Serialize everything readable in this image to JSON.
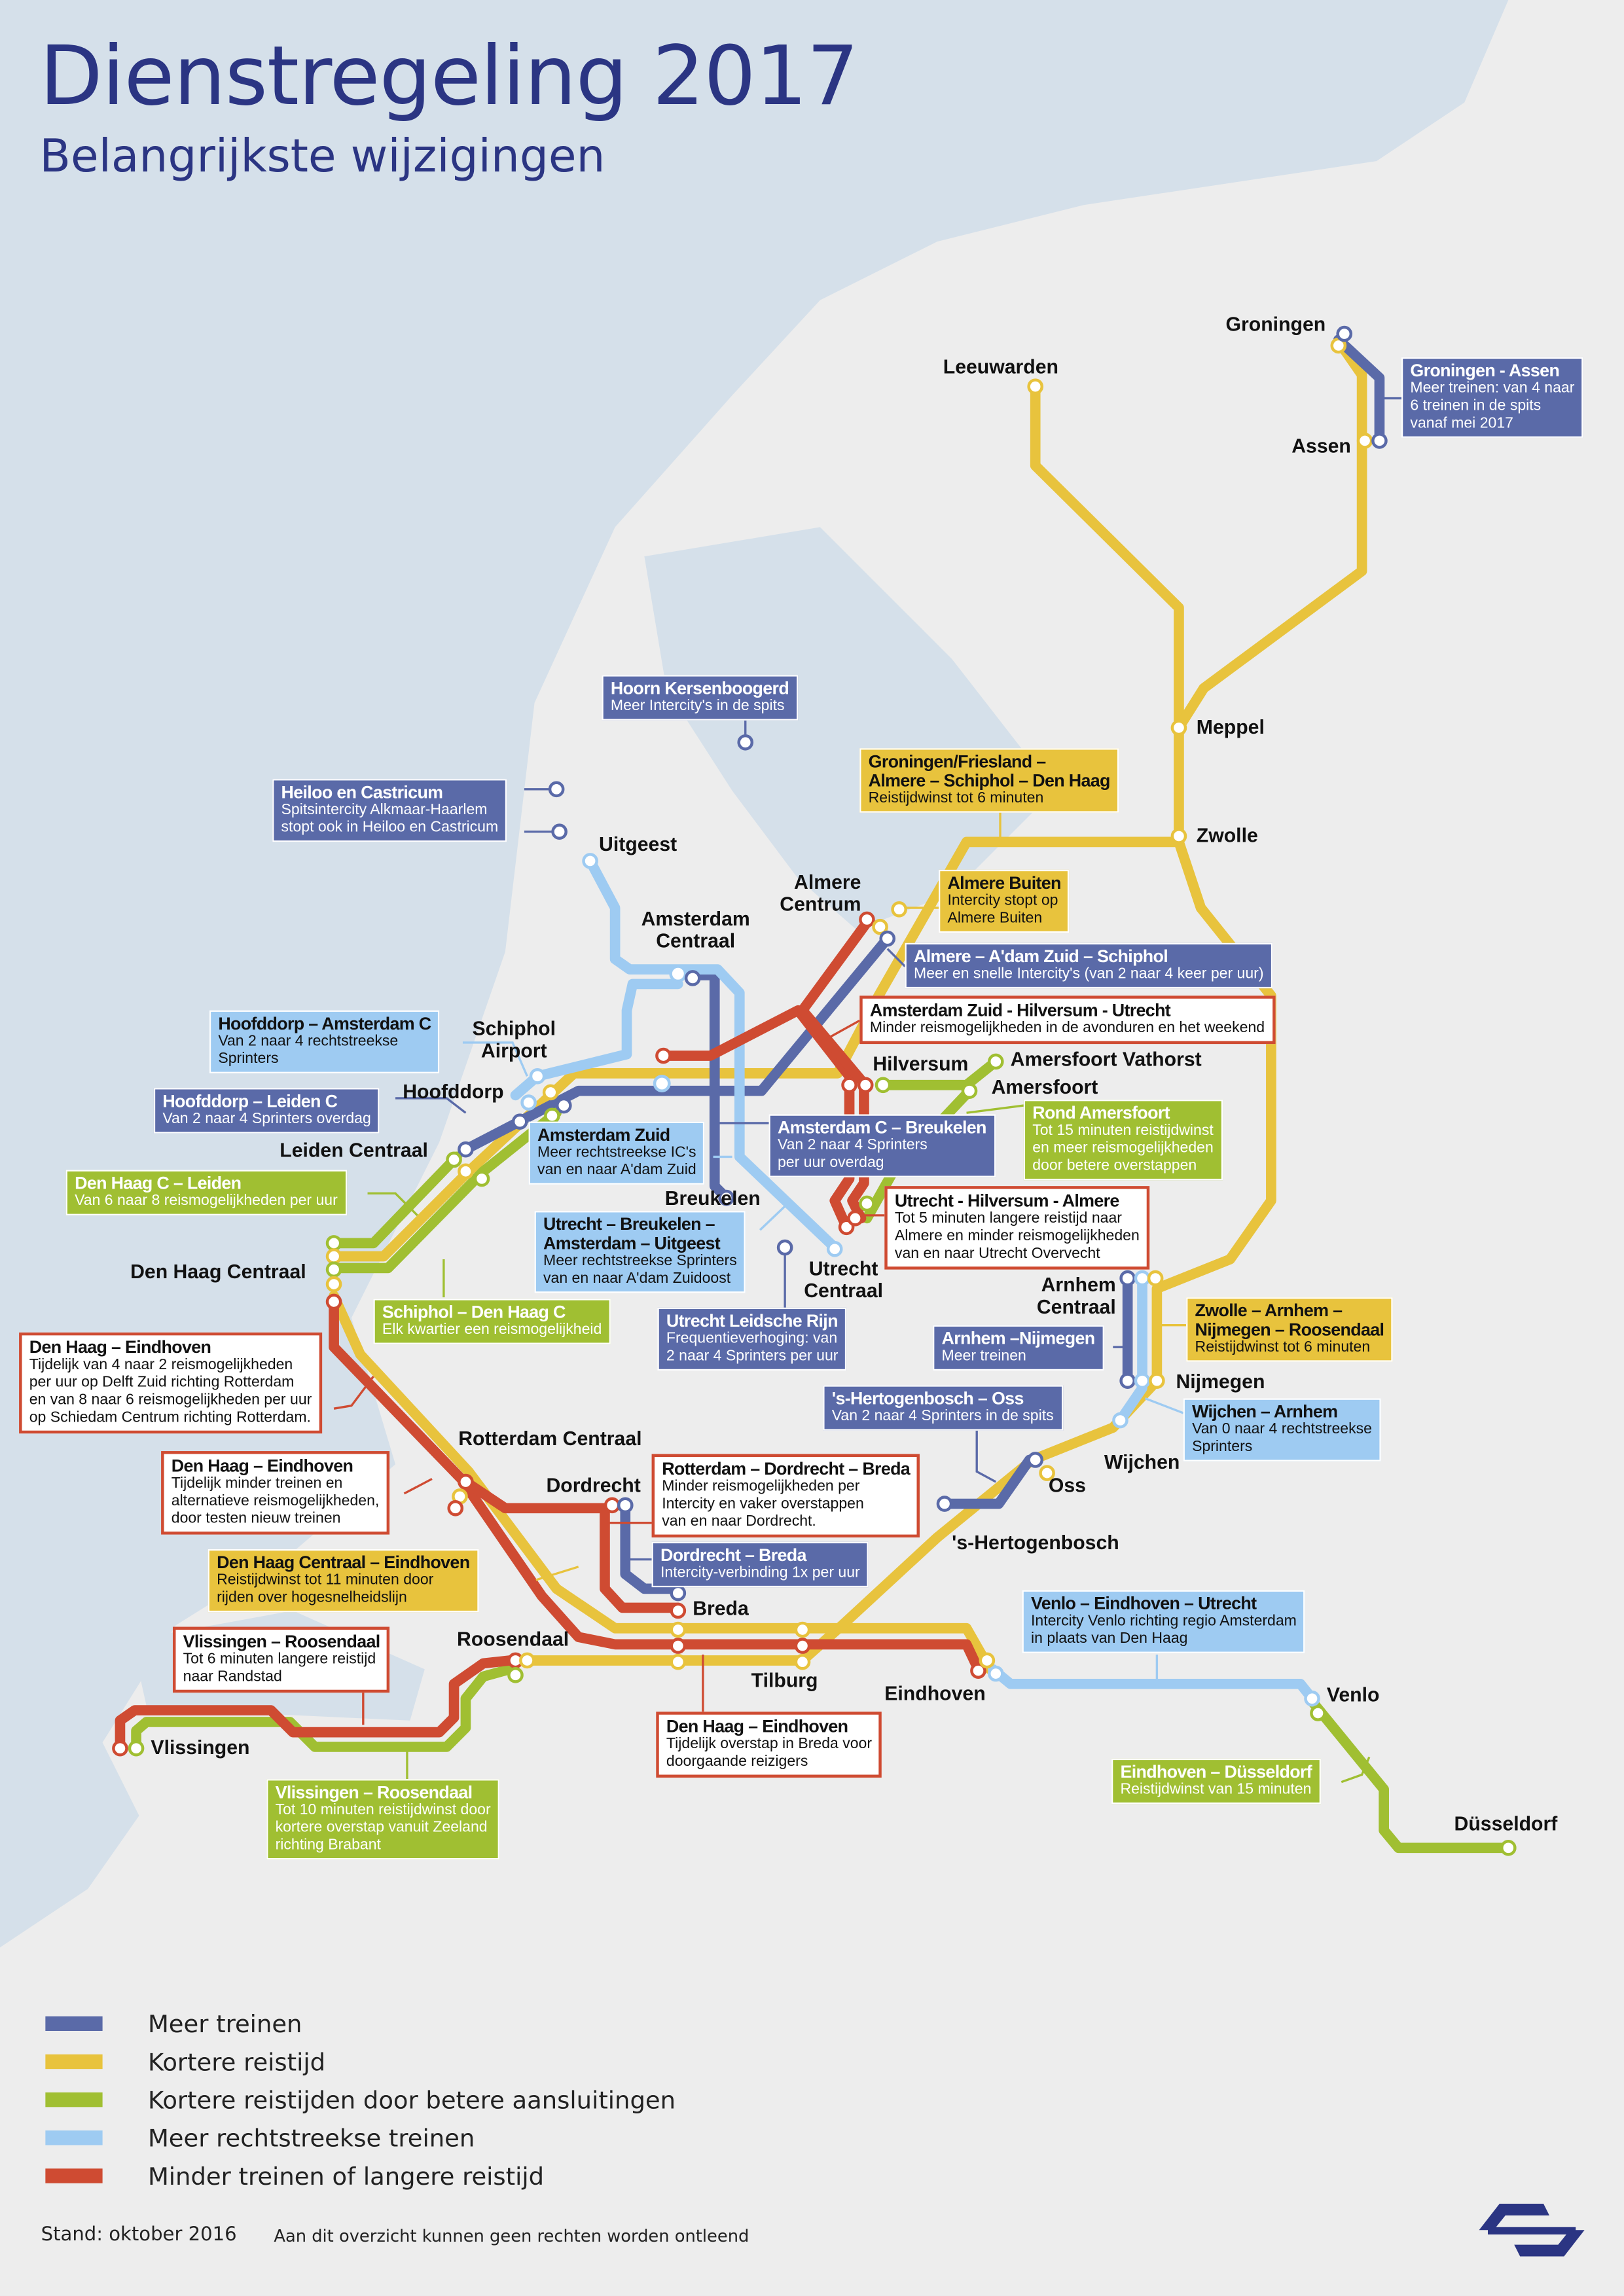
{
  "header": {
    "title": "Dienstregeling 2017",
    "subtitle": "Belangrijkste wijzigingen"
  },
  "colors": {
    "meer_treinen": "#5a6aa8",
    "kortere_reistijd": "#e8c33d",
    "betere_aansluitingen": "#a0bf32",
    "rechtstreekse": "#9ecbf2",
    "minder": "#cf4b32",
    "brand": "#2b3583"
  },
  "stations": [
    "Groningen",
    "Assen",
    "Leeuwarden",
    "Meppel",
    "Zwolle",
    "Uitgeest",
    "Almere\nCentrum",
    "Amsterdam\nCentraal",
    "Schiphol\nAirport",
    "Hoofddorp",
    "Leiden Centraal",
    "Den Haag Centraal",
    "Hilversum",
    "Amersfoort Vathorst",
    "Amersfoort",
    "Breukelen",
    "Utrecht\nCentraal",
    "Arnhem\nCentraal",
    "Nijmegen",
    "Wijchen",
    "Oss",
    "'s-Hertogenbosch",
    "Rotterdam Centraal",
    "Dordrecht",
    "Breda",
    "Tilburg",
    "Eindhoven",
    "Roosendaal",
    "Vlissingen",
    "Venlo",
    "Düsseldorf"
  ],
  "callouts": [
    {
      "title": "Groningen - Assen",
      "text": "Meer treinen: van 4 naar\n6 treinen in de spits\nvanaf mei 2017"
    },
    {
      "title": "Hoorn Kersenboogerd",
      "text": "Meer Intercity's in de spits"
    },
    {
      "title": "Heiloo en Castricum",
      "text": "Spitsintercity Alkmaar-Haarlem\nstopt ook in Heiloo en Castricum"
    },
    {
      "title": "Groningen/Friesland –\nAlmere – Schiphol – Den Haag",
      "text": "Reistijdwinst tot 6 minuten"
    },
    {
      "title": "Almere Buiten",
      "text": "Intercity stopt op\nAlmere Buiten"
    },
    {
      "title": "Almere – A'dam Zuid – Schiphol",
      "text": "Meer en snelle Intercity's (van 2 naar 4 keer per uur)"
    },
    {
      "title": "Amsterdam Zuid - Hilversum - Utrecht",
      "text": "Minder reismogelijkheden in de avonduren en het weekend"
    },
    {
      "title": "Hoofddorp – Amsterdam C",
      "text": "Van 2 naar 4 rechtstreekse\nSprinters"
    },
    {
      "title": "Hoofddorp – Leiden C",
      "text": "Van 2 naar 4 Sprinters overdag"
    },
    {
      "title": "Amsterdam Zuid",
      "text": "Meer rechtstreekse IC's\nvan en naar A'dam Zuid"
    },
    {
      "title": "Amsterdam C – Breukelen",
      "text": "Van 2 naar 4 Sprinters\nper uur overdag"
    },
    {
      "title": "Rond Amersfoort",
      "text": "Tot 15 minuten reistijdwinst\nen meer reismogelijkheden\ndoor betere overstappen"
    },
    {
      "title": "Den Haag C – Leiden",
      "text": "Van 6 naar 8 reismogelijkheden per uur"
    },
    {
      "title": "Utrecht – Breukelen –\nAmsterdam – Uitgeest",
      "text": "Meer rechtstreekse Sprinters\nvan en naar A'dam Zuidoost"
    },
    {
      "title": "Utrecht - Hilversum - Almere",
      "text": "Tot 5 minuten langere reistijd naar\nAlmere en minder reismogelijkheden\nvan en naar Utrecht Overvecht"
    },
    {
      "title": "Schiphol – Den Haag C",
      "text": "Elk kwartier een reismogelijkheid"
    },
    {
      "title": "Utrecht Leidsche Rijn",
      "text": "Frequentieverhoging: van\n2 naar 4 Sprinters per uur"
    },
    {
      "title": "Zwolle – Arnhem –\nNijmegen – Roosendaal",
      "text": "Reistijdwinst tot 6 minuten"
    },
    {
      "title": "Arnhem –Nijmegen",
      "text": "Meer treinen"
    },
    {
      "title": "Den Haag – Eindhoven",
      "text": "Tijdelijk van 4 naar 2 reismogelijkheden\nper uur op Delft Zuid richting Rotterdam\nen van 8 naar 6 reismogelijkheden per uur\nop Schiedam Centrum richting Rotterdam."
    },
    {
      "title": "'s-Hertogenbosch – Oss",
      "text": "Van 2 naar 4 Sprinters in de spits"
    },
    {
      "title": "Wijchen – Arnhem",
      "text": "Van 0 naar 4 rechtstreekse\nSprinters"
    },
    {
      "title": "Den Haag – Eindhoven",
      "text": "Tijdelijk minder treinen en\nalternatieve reismogelijkheden,\ndoor testen nieuw treinen"
    },
    {
      "title": "Rotterdam – Dordrecht – Breda",
      "text": "Minder reismogelijkheden per\nIntercity en vaker overstappen\nvan en naar Dordrecht."
    },
    {
      "title": "Dordrecht – Breda",
      "text": "Intercity-verbinding 1x per uur"
    },
    {
      "title": "Den Haag Centraal – Eindhoven",
      "text": "Reistijdwinst tot 11 minuten door\nrijden over hogesnelheidslijn"
    },
    {
      "title": "Venlo – Eindhoven – Utrecht",
      "text": "Intercity Venlo richting regio Amsterdam\nin plaats van Den Haag"
    },
    {
      "title": "Vlissingen – Roosendaal",
      "text": "Tot 6 minuten langere reistijd\nnaar Randstad"
    },
    {
      "title": "Den Haag – Eindhoven",
      "text": "Tijdelijk overstap in Breda voor\ndoorgaande reizigers"
    },
    {
      "title": "Eindhoven – Düsseldorf",
      "text": "Reistijdwinst van 15 minuten"
    },
    {
      "title": "Vlissingen – Roosendaal",
      "text": "Tot 10 minuten reistijdwinst door\nkortere overstap vanuit Zeeland\nrichting Brabant"
    }
  ],
  "legend": [
    {
      "label": "Meer treinen",
      "color": "#5a6aa8"
    },
    {
      "label": "Kortere reistijd",
      "color": "#e8c33d"
    },
    {
      "label": "Kortere reistijden door betere aansluitingen",
      "color": "#a0bf32"
    },
    {
      "label": "Meer rechtstreekse treinen",
      "color": "#9ecbf2"
    },
    {
      "label": "Minder treinen of langere reistijd",
      "color": "#cf4b32"
    }
  ],
  "footer": {
    "stand": "Stand: oktober 2016",
    "disclaimer": "Aan dit overzicht kunnen geen rechten worden ontleend"
  },
  "logo": {
    "name": "NS",
    "icon": "ns-logo-icon"
  }
}
